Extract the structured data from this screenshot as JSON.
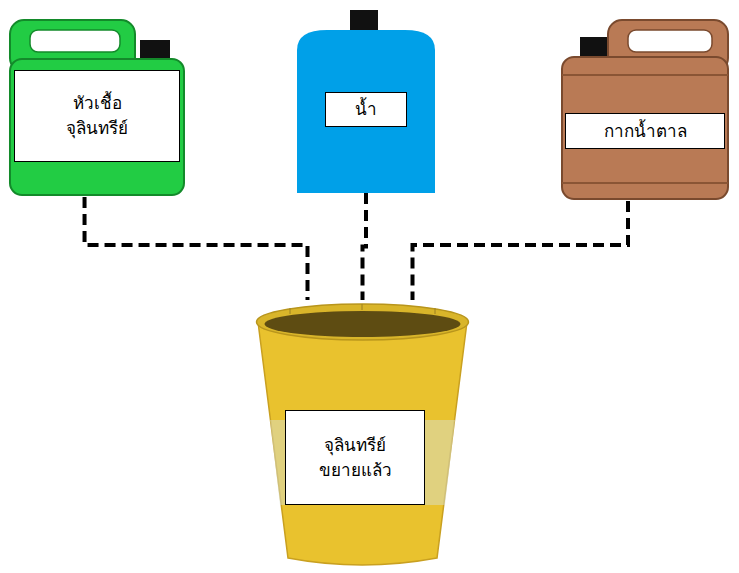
{
  "diagram": {
    "nodes": [
      {
        "text": [
          "หัวเชื้อ จุลินทรีย์"
        ]
      },
      {
        "text": [
          "น้ำ"
        ]
      },
      {
        "text": [
          "กากน้ำตาล"
        ]
      },
      {
        "text": [
          "จุลินทรีย์ ขยายแล้ว"
        ]
      }
    ],
    "edges": [
      {
        "from": 0,
        "to": 3,
        "arrow": "none"
      },
      {
        "from": 1,
        "to": 3,
        "arrow": "none"
      },
      {
        "from": 2,
        "to": 3,
        "arrow": "none"
      }
    ]
  }
}
